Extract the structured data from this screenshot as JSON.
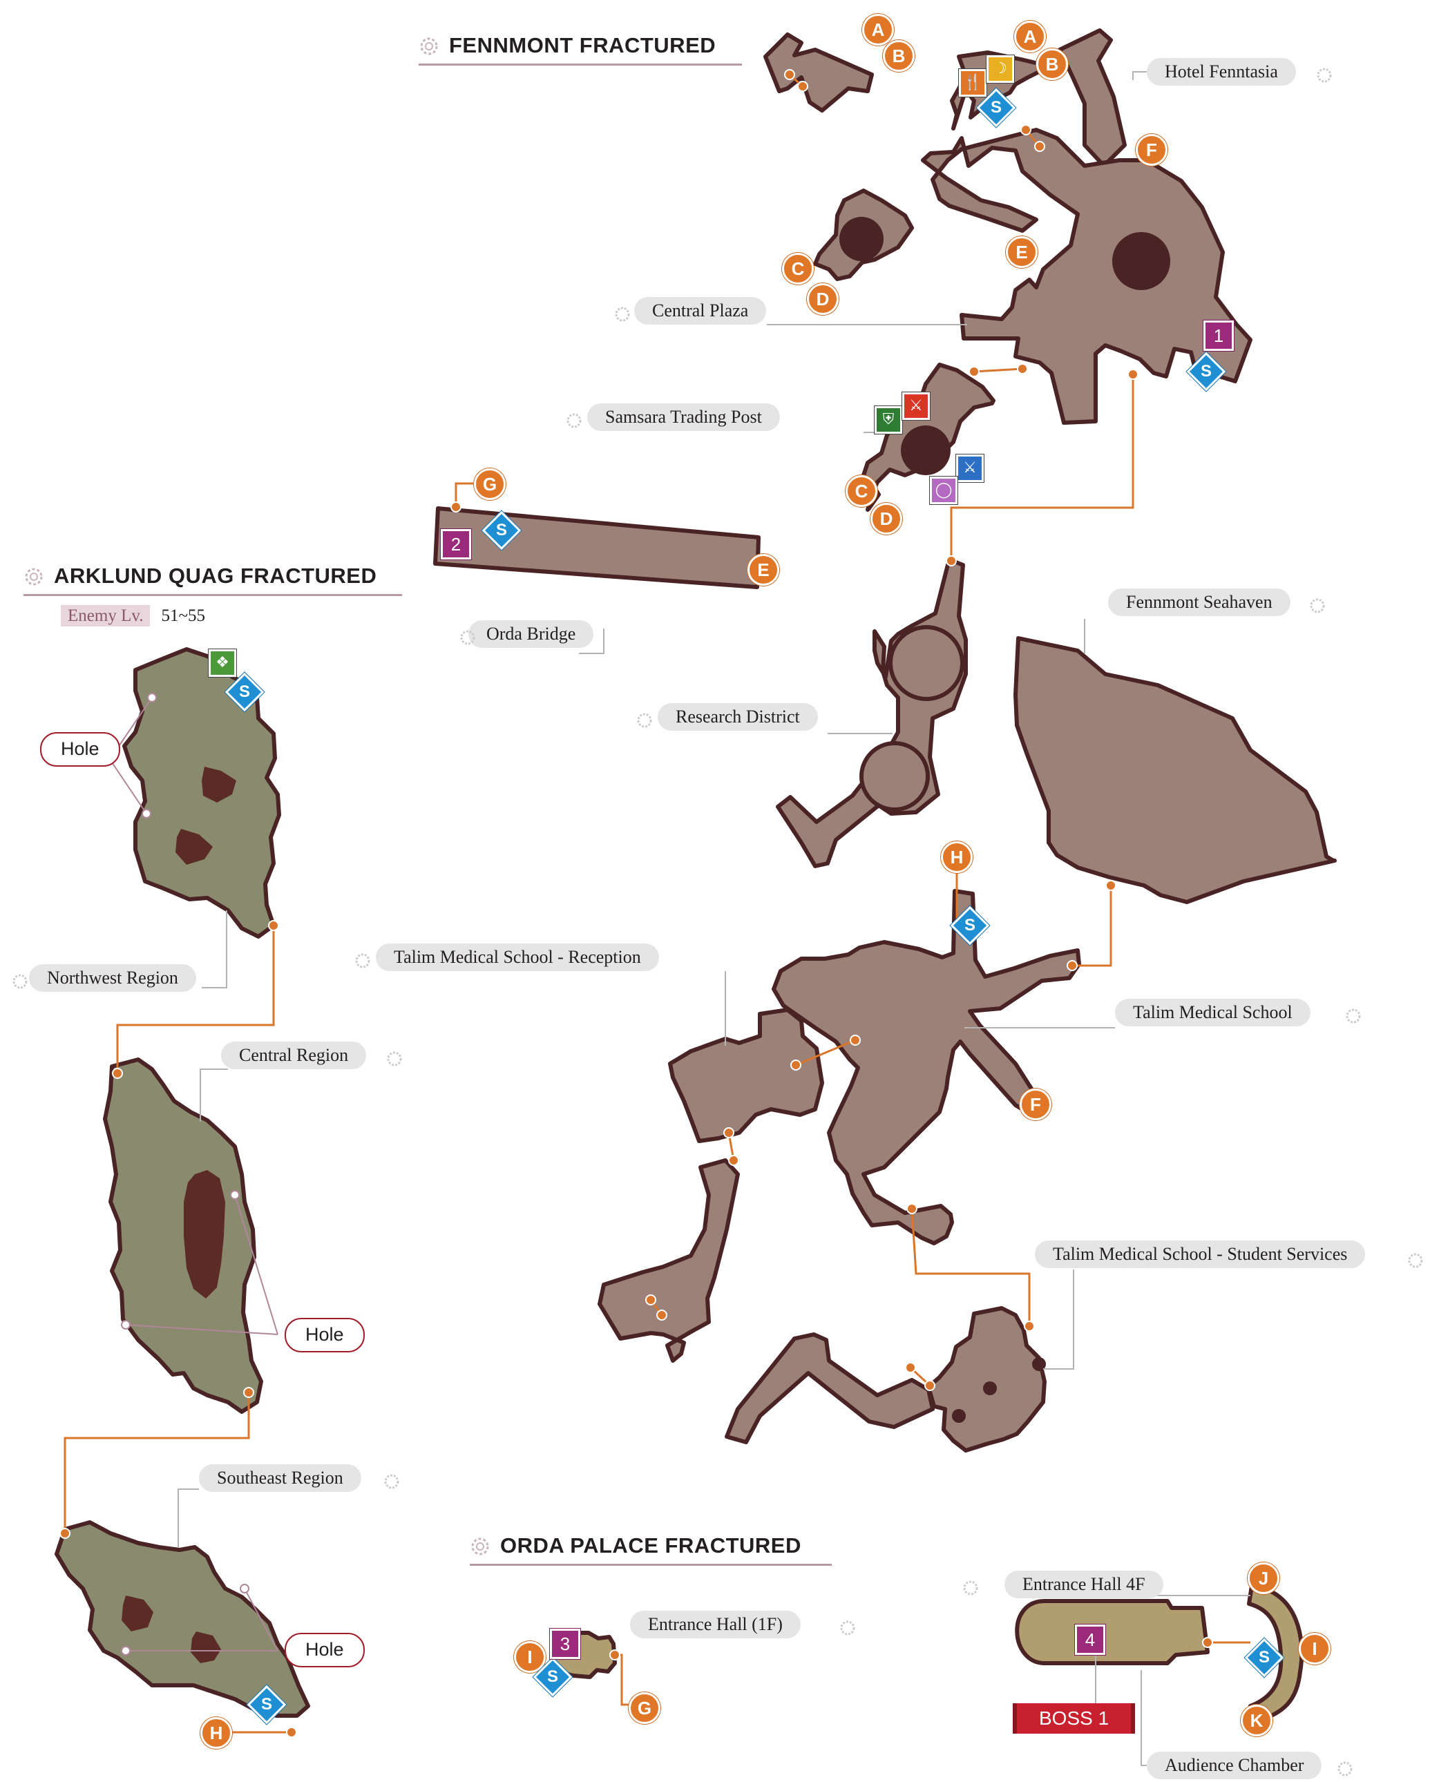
{
  "sections": {
    "fennmont": "FENNMONT FRACTURED",
    "arklund": "ARKLUND QUAG FRACTURED",
    "orda": "ORDA PALACE FRACTURED"
  },
  "enemy_level": {
    "label": "Enemy Lv.",
    "value": "51~55"
  },
  "fennmont_labels": {
    "hotel": "Hotel Fenntasia",
    "central_plaza": "Central Plaza",
    "samsara": "Samsara Trading Post",
    "orda_bridge": "Orda Bridge",
    "seahaven": "Fennmont Seahaven",
    "research": "Research District",
    "reception": "Talim Medical School - Reception",
    "talim": "Talim Medical School",
    "student_services": "Talim Medical School - Student Services"
  },
  "arklund_labels": {
    "northwest": "Northwest Region",
    "central": "Central Region",
    "southeast": "Southeast Region",
    "hole": "Hole"
  },
  "orda_labels": {
    "entrance_1f": "Entrance Hall (1F)",
    "entrance_4f": "Entrance Hall 4F",
    "audience": "Audience Chamber",
    "boss": "BOSS 1"
  },
  "markers": {
    "A": "A",
    "B": "B",
    "C": "C",
    "D": "D",
    "E": "E",
    "F": "F",
    "G": "G",
    "H": "H",
    "I": "I",
    "J": "J",
    "K": "K",
    "save": "S",
    "n1": "1",
    "n2": "2",
    "n3": "3",
    "n4": "4"
  },
  "colors": {
    "city_fill": "#9c8179",
    "city_stroke": "#4a2324",
    "swamp_fill": "#8a8a6f",
    "palace_fill": "#b09d70",
    "connector": "#d9762b",
    "leader": "#b3b3b3",
    "hole_leader": "#b0879a"
  }
}
